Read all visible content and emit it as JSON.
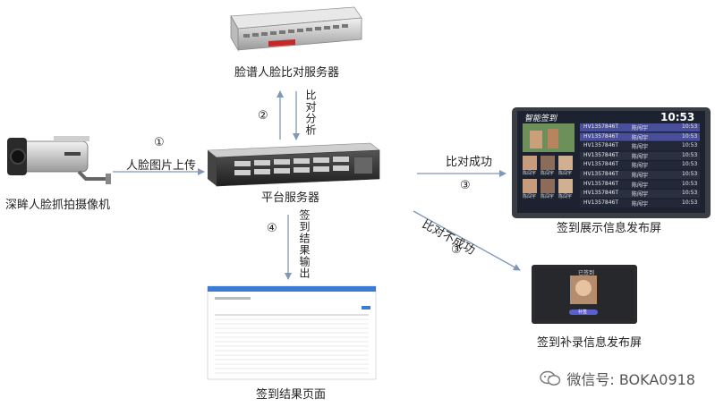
{
  "nodes": {
    "face_server": "脸谱人脸比对服务器",
    "camera": "深眸人脸抓拍摄像机",
    "platform": "平台服务器",
    "display_screen": "签到展示信息发布屏",
    "supplement_screen": "签到补录信息发布屏",
    "result_page": "签到结果页面"
  },
  "edges": {
    "upload": {
      "num": "①",
      "label": "人脸图片上传"
    },
    "compare": {
      "num": "②",
      "label": "比对分析"
    },
    "success": {
      "num": "③",
      "label": "比对成功"
    },
    "fail": {
      "num": "③",
      "label": "比对不成功"
    },
    "output": {
      "num": "④",
      "label": "签到结果输出"
    }
  },
  "display_panel": {
    "brand": "智能签到",
    "clock": "10:53",
    "rows": [
      {
        "id": "HV1357846T",
        "name": "陈闯宇",
        "time": "10:53"
      },
      {
        "id": "HV1357846T",
        "name": "陈闯宇",
        "time": "10:53"
      },
      {
        "id": "HV1357846T",
        "name": "陈闯宇",
        "time": "10:53"
      },
      {
        "id": "HV1357846T",
        "name": "陈闯宇",
        "time": "10:53"
      },
      {
        "id": "HV1357846T",
        "name": "陈闯宇",
        "time": "10:53"
      },
      {
        "id": "HV1357846T",
        "name": "陈闯宇",
        "time": "10:53"
      },
      {
        "id": "HV1357846T",
        "name": "陈闯宇",
        "time": "10:53"
      },
      {
        "id": "HV1357846T",
        "name": "陈闯宇",
        "time": "10:53"
      },
      {
        "id": "HV1357846T",
        "name": "陈闯宇",
        "time": "10:53"
      }
    ],
    "thumb_names": [
      "陈闯宇",
      "陈闯宇",
      "陈闯宇",
      "陈闯宇",
      "陈闯宇",
      "陈闯宇"
    ]
  },
  "supplement_panel": {
    "title": "已签到",
    "button": "补签"
  },
  "watermark": "微信号: BOKA0918",
  "colors": {
    "arrow": "#7f98b8",
    "screen_bg": "#1c2230",
    "screen_frame": "#3a3d44",
    "row_highlight": "#4a4f9a",
    "server_red": "#c62828"
  }
}
